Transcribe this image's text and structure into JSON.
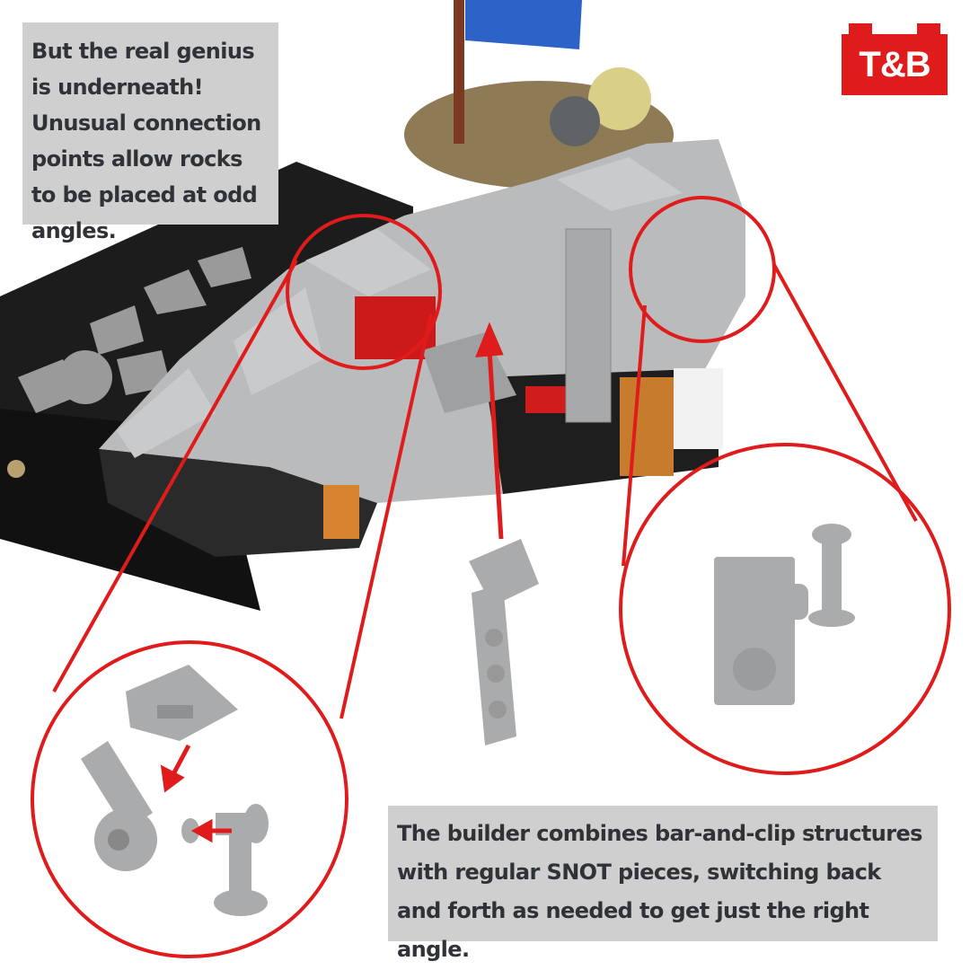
{
  "captions": {
    "top": "But the real genius is underneath! Unusual connection points allow rocks to be placed at odd angles.",
    "bottom": "The builder combines bar-and-clip structures with regular SNOT pieces, switching back and forth as needed to get just the right angle."
  },
  "logo": {
    "text": "T&B"
  },
  "colors": {
    "accent_red": "#e01b1b",
    "caption_bg": "#cfcfcf",
    "caption_text": "#2f3338",
    "lego_gray": "#a9abad"
  }
}
